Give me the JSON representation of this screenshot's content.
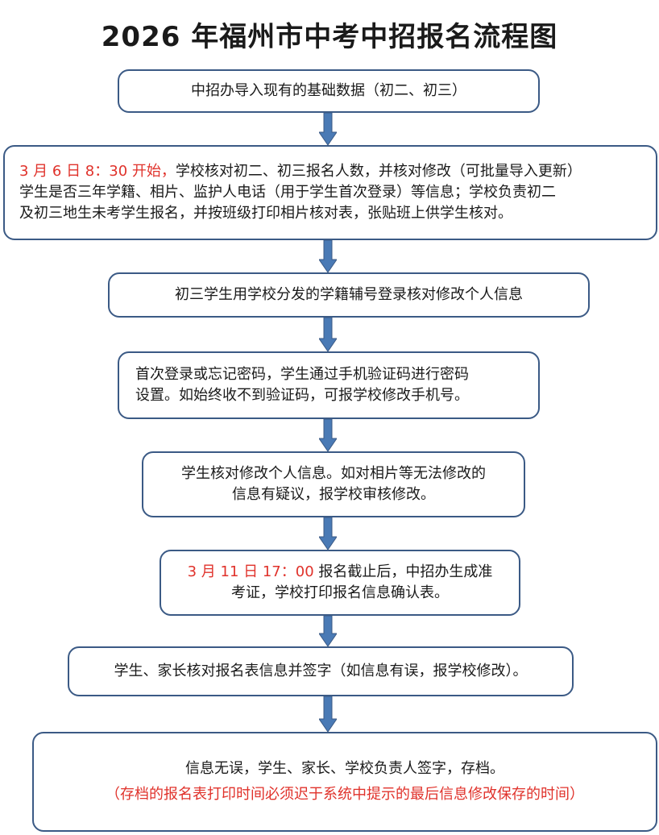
{
  "title": "2026 年福州市中考中招报名流程图",
  "steps": [
    {
      "text": "中招办导入现有的基础数据（初二、初三）"
    },
    {
      "red_prefix": "3 月 6 日 8：30 开始，",
      "text_line1": "学校核对初二、初三报名人数，并核对修改（可批量导入更新）",
      "text_line2": "学生是否三年学籍、相片、监护人电话（用于学生首次登录）等信息；学校负责初二",
      "text_line3": "及初三地生未考学生报名，并按班级打印相片核对表，张贴班上供学生核对。"
    },
    {
      "text": "初三学生用学校分发的学籍辅号登录核对修改个人信息"
    },
    {
      "line1": "首次登录或忘记密码，学生通过手机验证码进行密码",
      "line2": "设置。如始终收不到验证码，可报学校修改手机号。"
    },
    {
      "line1": "学生核对修改个人信息。如对相片等无法修改的",
      "line2": "信息有疑议，报学校审核修改。"
    },
    {
      "red_prefix": "3 月 11 日 17：00",
      "line1_rest": " 报名截止后，中招办生成准",
      "line2": "考证，学校打印报名信息确认表。"
    },
    {
      "text": "学生、家长核对报名表信息并签字（如信息有误，报学校修改）。"
    },
    {
      "line1": "信息无误，学生、家长、学校负责人签字，存档。",
      "red_line2": "（存档的报名表打印时间必须迟于系统中提示的最后信息修改保存的时间）"
    }
  ],
  "colors": {
    "box_border": "#3b5a85",
    "arrow": "#4a7ab5",
    "highlight": "#e0322b"
  }
}
